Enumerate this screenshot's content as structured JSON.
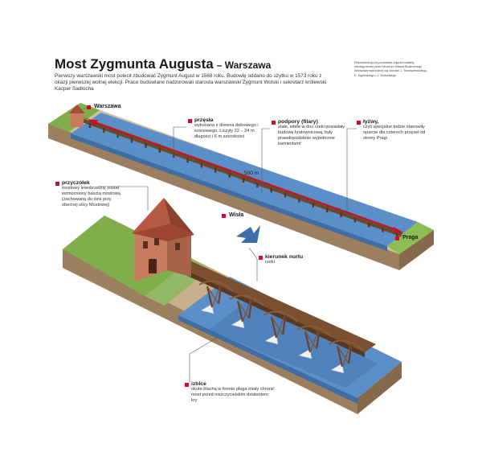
{
  "header": {
    "title": "Most Zygmunta Augusta",
    "subtitle": "– Warszawa",
    "intro": "Pierwszy warszawski most polecił zbudować Zygmunt August w 1568 roku. Budowlę oddano do użytku w 1573 roku z okazji pierwszej wolnej elekcji. Prace budowlane nadzorowali starosta warszawski Zygmunt Wolski i sekretarz królewski Kacper Sadłocha",
    "credit": "Rekonstrukcja na podstawie zdjęcia makiety udostępnionej przez Muzeum Miasta Stołecznego Warszawy wykonanej wg wizolań J. Tomaszewskiego, K. Kępińskiego i J. Wołockiego"
  },
  "places": {
    "warszawa": "Warszawa",
    "praga": "Praga",
    "wisla": "Wisła",
    "length": "500 m"
  },
  "labels": {
    "przesla": {
      "title": "przęsła",
      "text": "wykonano z drewna dębowego i sosnowego. Liczyły 22 – 24 m długości i 6 m szerokości"
    },
    "podpory": {
      "title": "podpory (filary)",
      "text": "stałe, wbite w dno rzeki posiadały budowę kratownicową, były prawdopodobnie wypełnione kamieniami"
    },
    "lyzwy": {
      "title": "łyżwy,",
      "text": "czyli specjalne łodzie stanowiły oparcie dla czterech przęseł od strony Pragi"
    },
    "przyczolek": {
      "title": "przyczółek",
      "text": "mostowy lewobrzeżny został wzmocniony basztą mostową (zachowaną do dziś przy obecnej ulicy Mostowej)"
    },
    "kierunek": {
      "title": "kierunek nurtu",
      "text": "rzeki"
    },
    "izbice": {
      "title": "izbice",
      "text": "okute blachą w formie pługa miały chronić most przed niszczycielskim działaniem kry"
    }
  },
  "colors": {
    "accent": "#c8102e",
    "water": "#5b8fc9",
    "grass": "#7fae4a",
    "earth": "#b79a74",
    "wood": "#7a5030",
    "roof": "#b65a43",
    "tower": "#c77a5e",
    "flow_arrow": "#3c6fa8"
  }
}
